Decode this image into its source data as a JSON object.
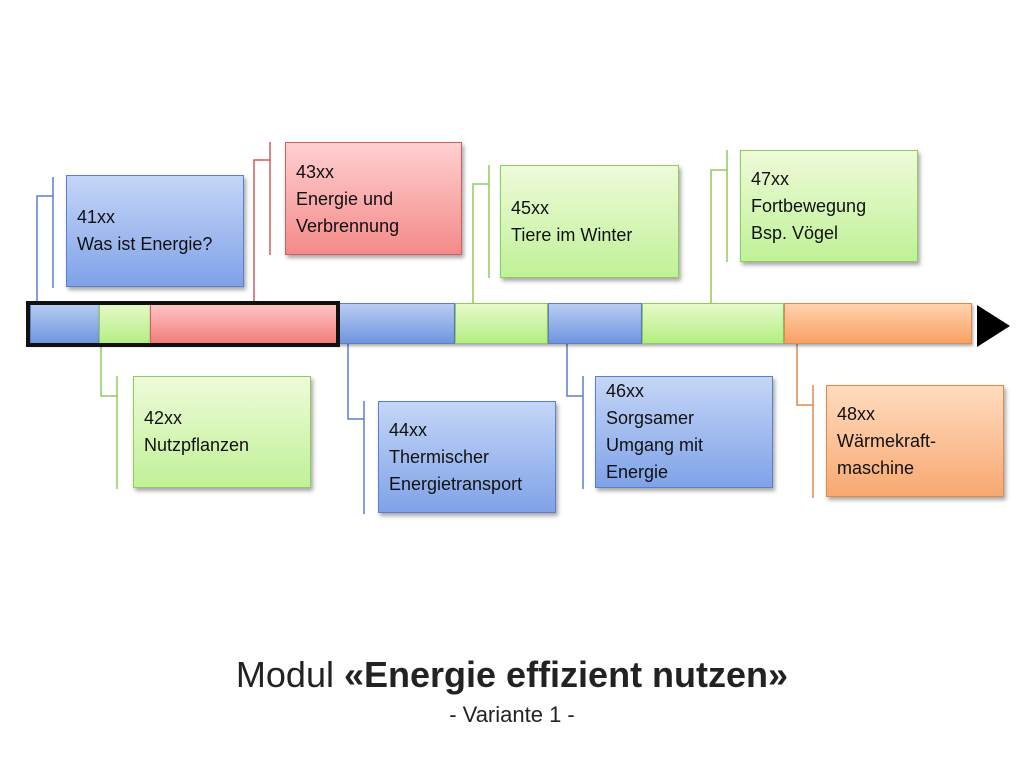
{
  "modules": [
    {
      "code": "41xx",
      "lines": [
        "Was ist Energie?"
      ],
      "color": "#7fa2e8"
    },
    {
      "code": "42xx",
      "lines": [
        "Nutzpflanzen"
      ],
      "color": "#c0f197"
    },
    {
      "code": "43xx",
      "lines": [
        "Energie und",
        "Verbrennung"
      ],
      "color": "#f48a8a"
    },
    {
      "code": "44xx",
      "lines": [
        "Thermischer",
        "Energietransport"
      ],
      "color": "#7fa2e8"
    },
    {
      "code": "45xx",
      "lines": [
        "Tiere im Winter"
      ],
      "color": "#c0f197"
    },
    {
      "code": "46xx",
      "lines": [
        "Sorgsamer",
        "Umgang mit",
        "Energie"
      ],
      "color": "#7fa2e8"
    },
    {
      "code": "47xx",
      "lines": [
        "Fortbewegung",
        "Bsp. Vögel"
      ],
      "color": "#c0f197"
    },
    {
      "code": "48xx",
      "lines": [
        "Wärmekraft-",
        "maschine"
      ],
      "color": "#f8a870"
    }
  ],
  "title": {
    "prefix": "Modul ",
    "emphasis": "«Energie effizient nutzen»",
    "subtitle": "- Variante 1 -"
  }
}
